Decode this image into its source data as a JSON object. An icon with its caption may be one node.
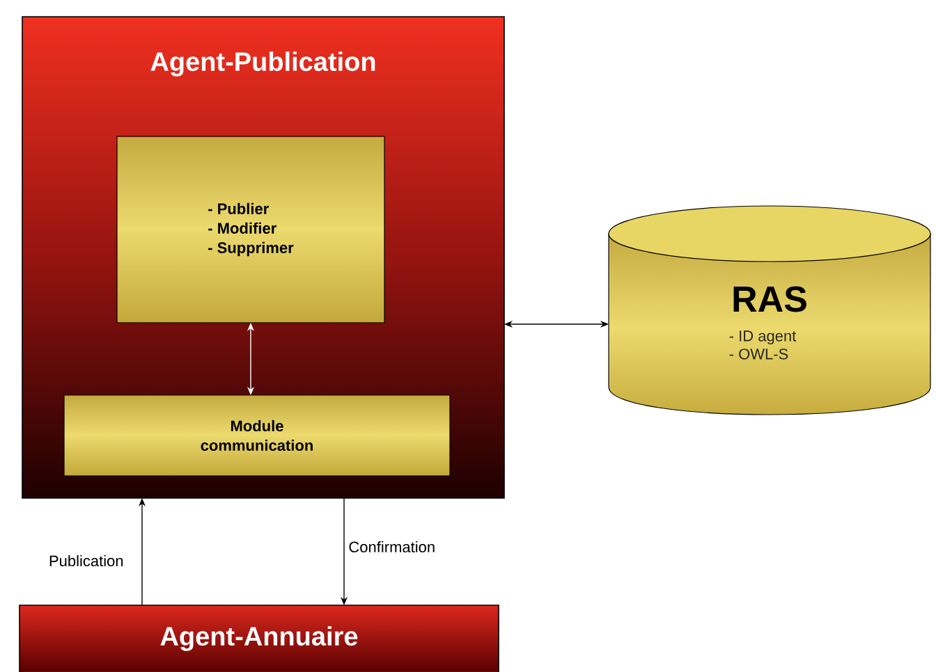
{
  "diagram": {
    "nodes": [
      {
        "text": [
          "Agent-Publication"
        ]
      },
      {
        "text": [
          "- Publier",
          "- Modifier",
          "- Supprimer"
        ],
        "in": 0
      },
      {
        "text": [
          "Module communication"
        ],
        "in": 0
      },
      {
        "text": [
          "RAS",
          "- ID agent",
          "- OWL-S"
        ]
      },
      {
        "text": [
          "Agent-Annuaire"
        ]
      }
    ],
    "edges": [
      {
        "from": 1,
        "to": 2,
        "arrow": "both",
        "color": "#ffffff"
      },
      {
        "from": 0,
        "to": 3,
        "arrow": "both"
      },
      {
        "from": 4,
        "to": 0,
        "arrow": "to",
        "label": "Publication"
      },
      {
        "from": 0,
        "to": 4,
        "arrow": "to",
        "label": "Confirmation"
      }
    ]
  }
}
